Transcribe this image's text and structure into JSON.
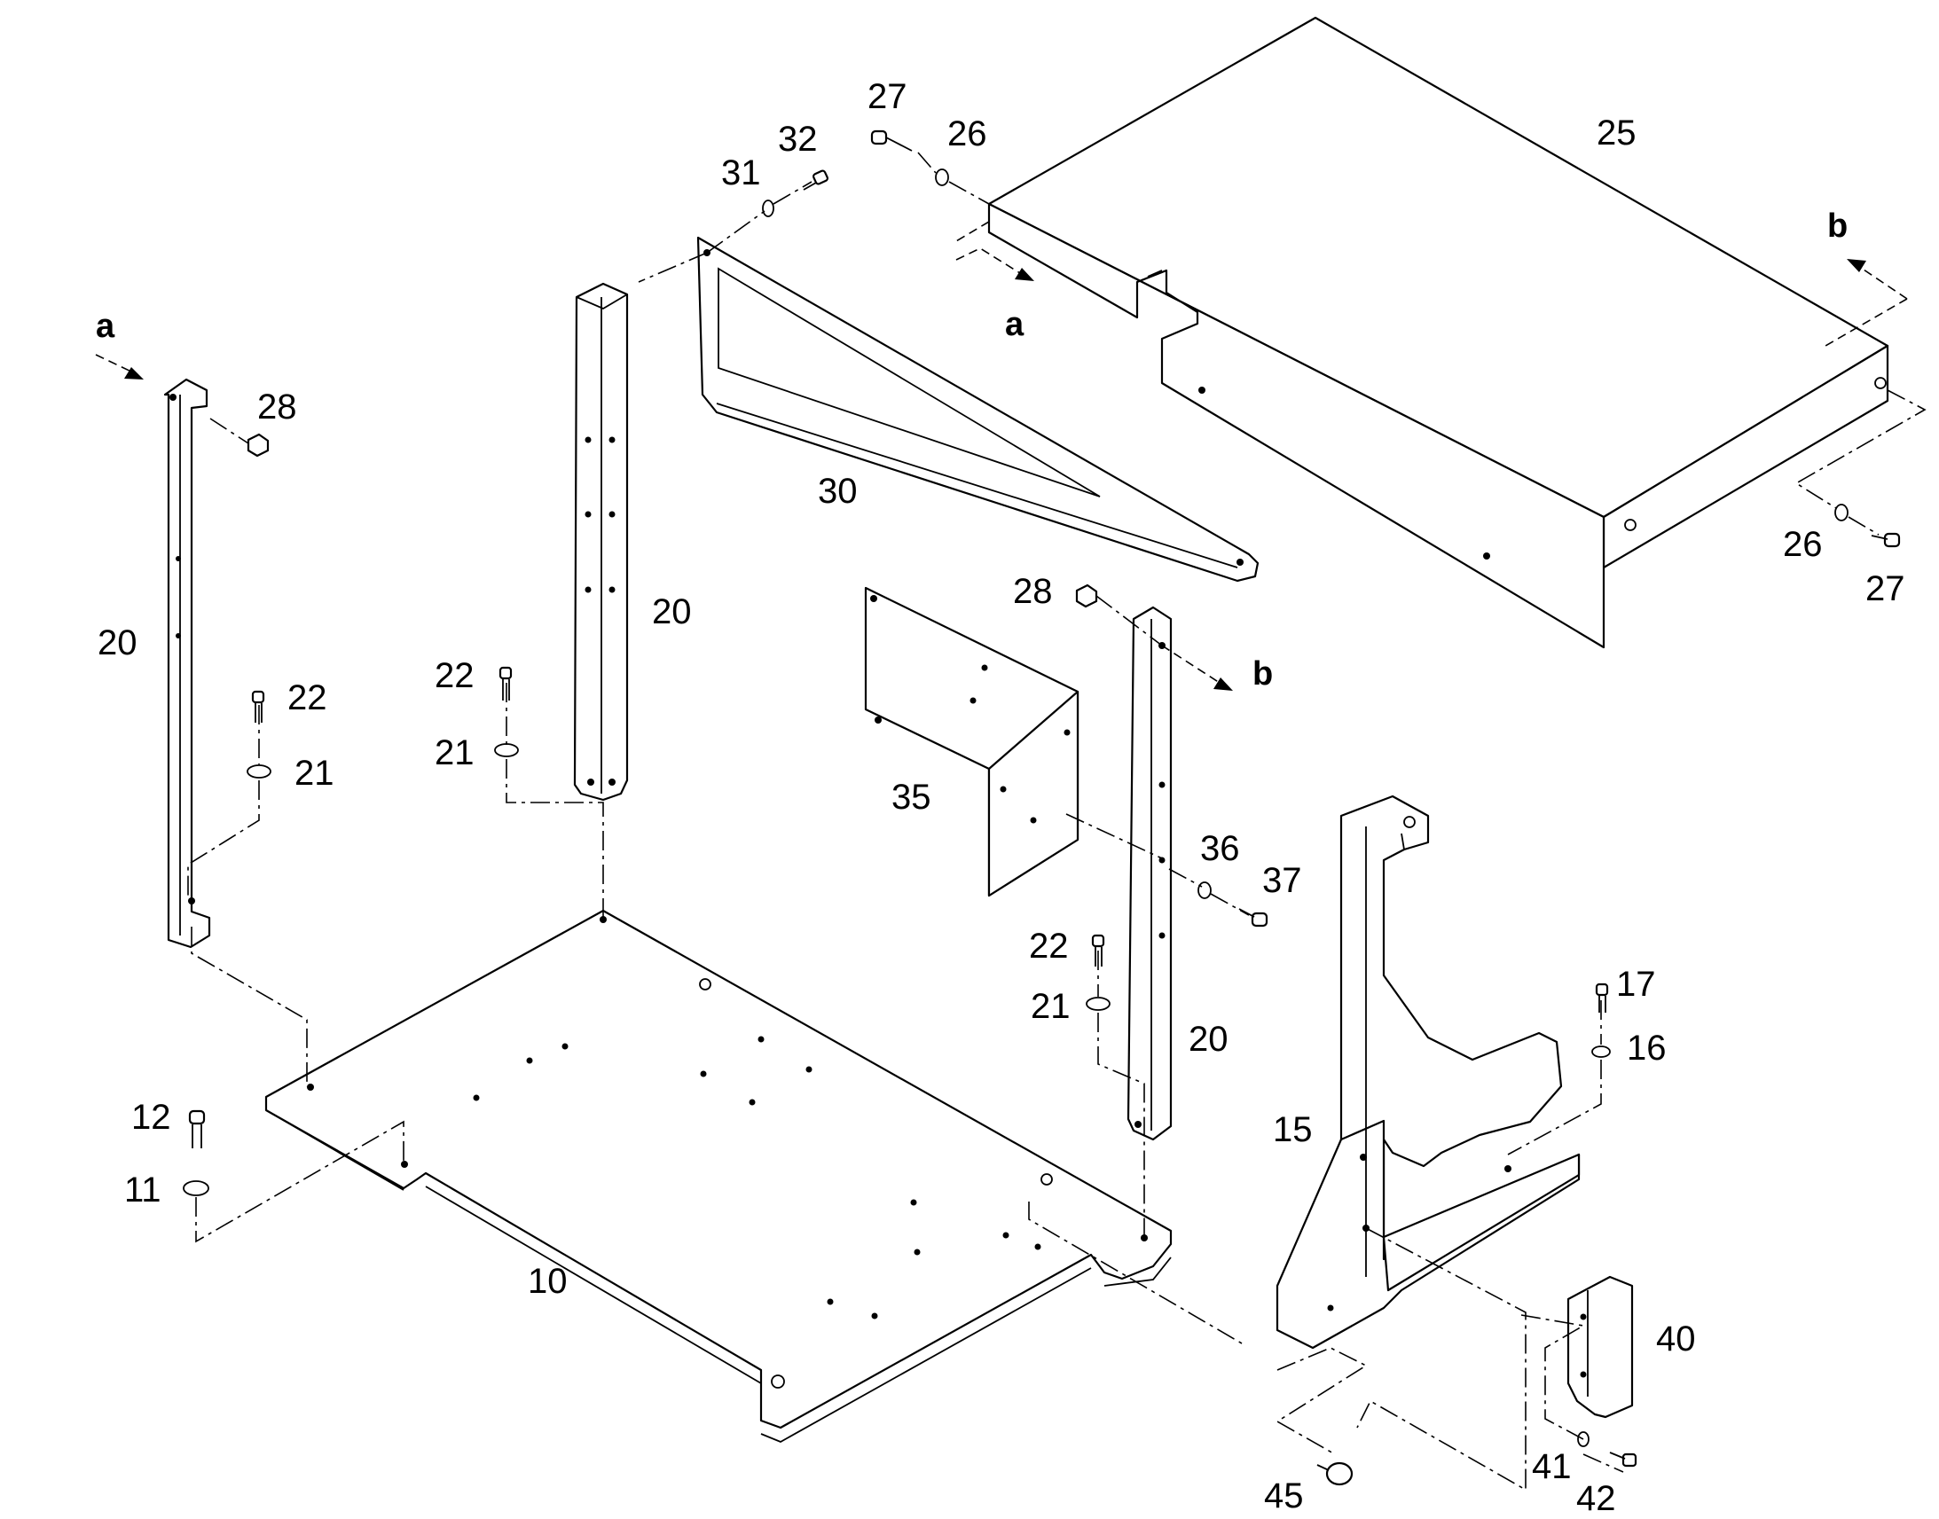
{
  "diagram": {
    "part_numbers": {
      "p10": "10",
      "p11": "11",
      "p12": "12",
      "p15": "15",
      "p16": "16",
      "p17": "17",
      "p20a": "20",
      "p20b": "20",
      "p20c": "20",
      "p21a": "21",
      "p21b": "21",
      "p21c": "21",
      "p22a": "22",
      "p22b": "22",
      "p22c": "22",
      "p25": "25",
      "p26a": "26",
      "p26b": "26",
      "p27a": "27",
      "p27b": "27",
      "p28a": "28",
      "p28b": "28",
      "p30": "30",
      "p31": "31",
      "p32": "32",
      "p35": "35",
      "p36": "36",
      "p37": "37",
      "p40": "40",
      "p41": "41",
      "p42": "42",
      "p45": "45"
    },
    "view_markers": {
      "a1": "a",
      "a2": "a",
      "b1": "b",
      "b2": "b"
    },
    "colors": {
      "line": "#000000",
      "background": "#ffffff"
    }
  }
}
